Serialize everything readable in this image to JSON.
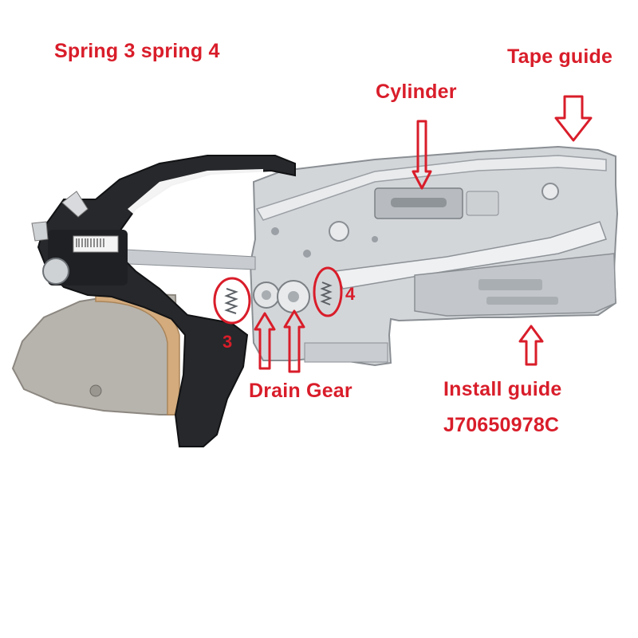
{
  "colors": {
    "annotation_red": "#d91d2a",
    "metal_light": "#d6d8da",
    "metal_mid": "#aeb2b6",
    "metal_dark": "#7f8489",
    "black_arm": "#26272a",
    "reel_silver": "#b9b6b0",
    "reel_edge": "#caa57a",
    "background": "#ffffff"
  },
  "labels": {
    "springs": "Spring 3 spring 4",
    "tape_guide": "Tape guide",
    "cylinder": "Cylinder",
    "spring_3_number": "3",
    "spring_4_number": "4",
    "drain_gear": "Drain Gear",
    "install_guide": "Install guide",
    "part_number": "J70650978C"
  },
  "icons": {
    "tape_guide_marker": "arrow-down-icon",
    "cylinder_marker": "arrow-down-icon",
    "drain_gear_markers": "arrow-up-icon",
    "install_guide_marker": "arrow-up-icon",
    "spring_markers": "circle-highlight-icon"
  }
}
